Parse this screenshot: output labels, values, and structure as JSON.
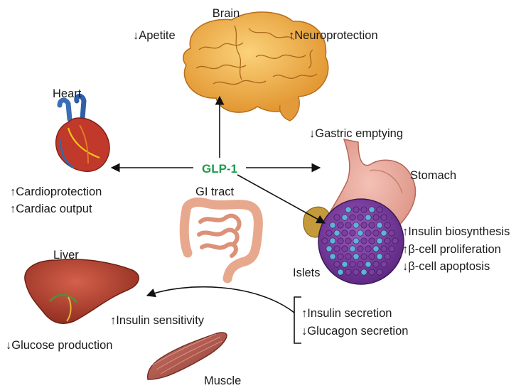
{
  "center": {
    "label": "GLP-1",
    "color": "#1f9a4c"
  },
  "organs": {
    "brain": "Brain",
    "heart": "Heart",
    "stomach": "Stomach",
    "gi_tract": "GI tract",
    "islets": "Islets",
    "liver": "Liver",
    "muscle": "Muscle"
  },
  "effects": {
    "brain_left": "Apetite",
    "brain_right": "Neuroprotection",
    "heart_1": "Cardioprotection",
    "heart_2": "Cardiac output",
    "stomach": "Gastric emptying",
    "islets_1": "Insulin biosynthesis",
    "islets_2": "β-cell proliferation",
    "islets_3": "β-cell apoptosis",
    "pancreas_1": "Insulin secretion",
    "pancreas_2": "Glucagon secretion",
    "peripheral": "Insulin sensitivity",
    "liver": "Glucose production"
  },
  "glyphs": {
    "up": "↑",
    "down": "↓"
  },
  "colors": {
    "brain": "#f2b14a",
    "heart": "#c0392b",
    "stomach": "#e8a39a",
    "gut": "#f0b8a0",
    "islets": "#7b3fa0",
    "islets_alt": "#5fb3d9",
    "liver": "#b8432f",
    "muscle": "#b0554b"
  }
}
